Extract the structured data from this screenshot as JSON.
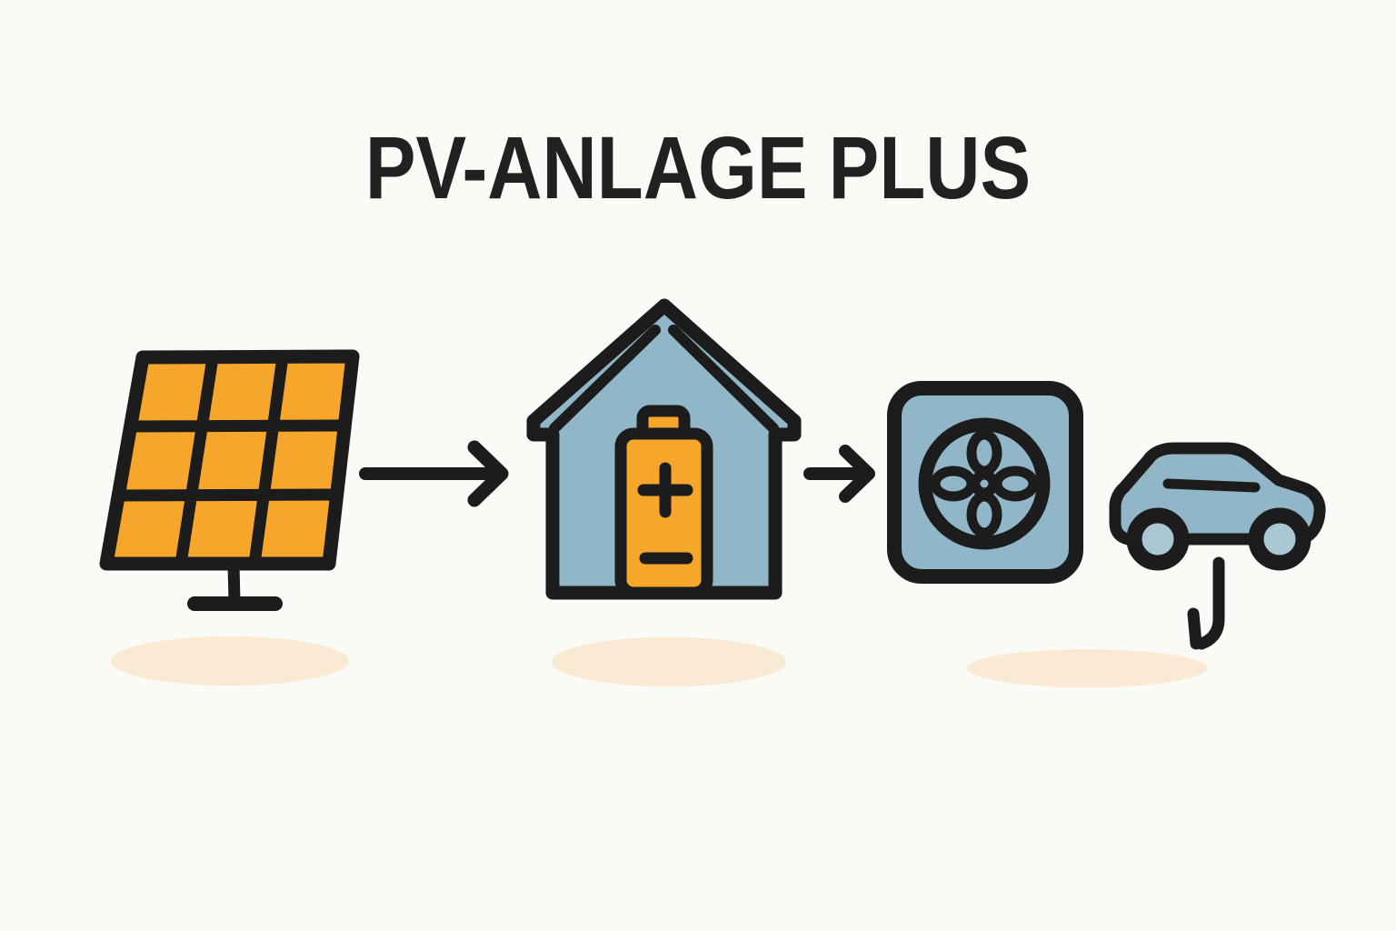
{
  "title": "PV-ANLAGE PLUS",
  "palette": {
    "background": "#FAFAF7",
    "outline": "#1C1C1C",
    "orange": "#F6A62B",
    "blue": "#90B6C8",
    "blue_light": "#A9C6D2",
    "shadow": "#FAEAD3",
    "title_color": "#21211F"
  },
  "flow": {
    "steps": [
      {
        "name": "solar-panel",
        "icon": "solar-panel-icon"
      },
      {
        "name": "house-with-battery-storage",
        "icon": "house-battery-icon"
      },
      {
        "name": "heat-pump",
        "icon": "heat-pump-fan-icon"
      },
      {
        "name": "electric-car",
        "icon": "electric-car-icon"
      }
    ],
    "connectors": [
      {
        "from": "solar-panel",
        "to": "house-with-battery-storage",
        "icon": "arrow-right-icon"
      },
      {
        "from": "house-with-battery-storage",
        "to": "heat-pump",
        "icon": "arrow-right-icon"
      },
      {
        "from": "heat-pump",
        "to": "electric-car",
        "icon": "arrow-down-hook-icon"
      }
    ],
    "battery": {
      "positive_symbol": "+",
      "negative_symbol": "−"
    }
  }
}
